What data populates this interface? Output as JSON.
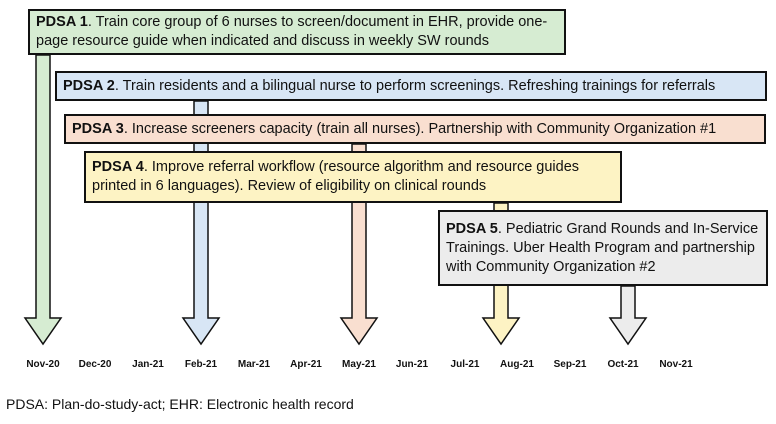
{
  "pdsa": [
    {
      "label": "PDSA 1",
      "text": ". Train core group of 6 nurses to screen/document in EHR, provide one-page resource guide when indicated and discuss in weekly SW rounds",
      "color": "#d6ecd2",
      "month": "Nov-20"
    },
    {
      "label": "PDSA 2",
      "text": ". Train residents and a bilingual nurse to perform screenings. Refreshing trainings for referrals",
      "color": "#d8e6f5",
      "month": "Feb-21"
    },
    {
      "label": "PDSA 3",
      "text": ". Increase screeners capacity (train all nurses). Partnership with Community Organization #1",
      "color": "#f9dfd0",
      "month": "May-21"
    },
    {
      "label": "PDSA 4",
      "text": ". Improve referral workflow (resource algorithm and resource guides printed in 6 languages). Review of eligibility on clinical rounds",
      "color": "#fdf3c4",
      "month": "Aug-21"
    },
    {
      "label": "PDSA 5",
      "text": ". Pediatric Grand Rounds and In-Service Trainings. Uber Health Program and partnership with Community Organization #2",
      "color": "#ececec",
      "month": "Oct-21"
    }
  ],
  "months": [
    "Nov-20",
    "Dec-20",
    "Jan-21",
    "Feb-21",
    "Mar-21",
    "Apr-21",
    "May-21",
    "Jun-21",
    "Jul-21",
    "Aug-21",
    "Sep-21",
    "Oct-21",
    "Nov-21"
  ],
  "footnote": "PDSA: Plan-do-study-act; EHR: Electronic health record"
}
